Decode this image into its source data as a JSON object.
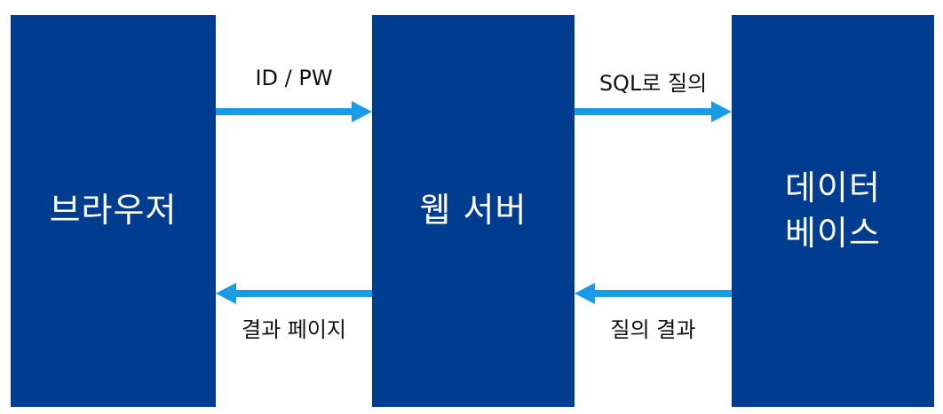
{
  "boxes": {
    "browser": "브라우저",
    "web_server": "웹 서버",
    "database_line1": "데이터",
    "database_line2": "베이스"
  },
  "arrows": {
    "browser_to_server": "ID / PW",
    "server_to_db": "SQL로 질의",
    "server_to_browser": "결과 페이지",
    "db_to_server": "질의 결과"
  },
  "colors": {
    "box": "#003c8f",
    "arrow": "#1a9be6",
    "box_text": "#ffffff"
  }
}
